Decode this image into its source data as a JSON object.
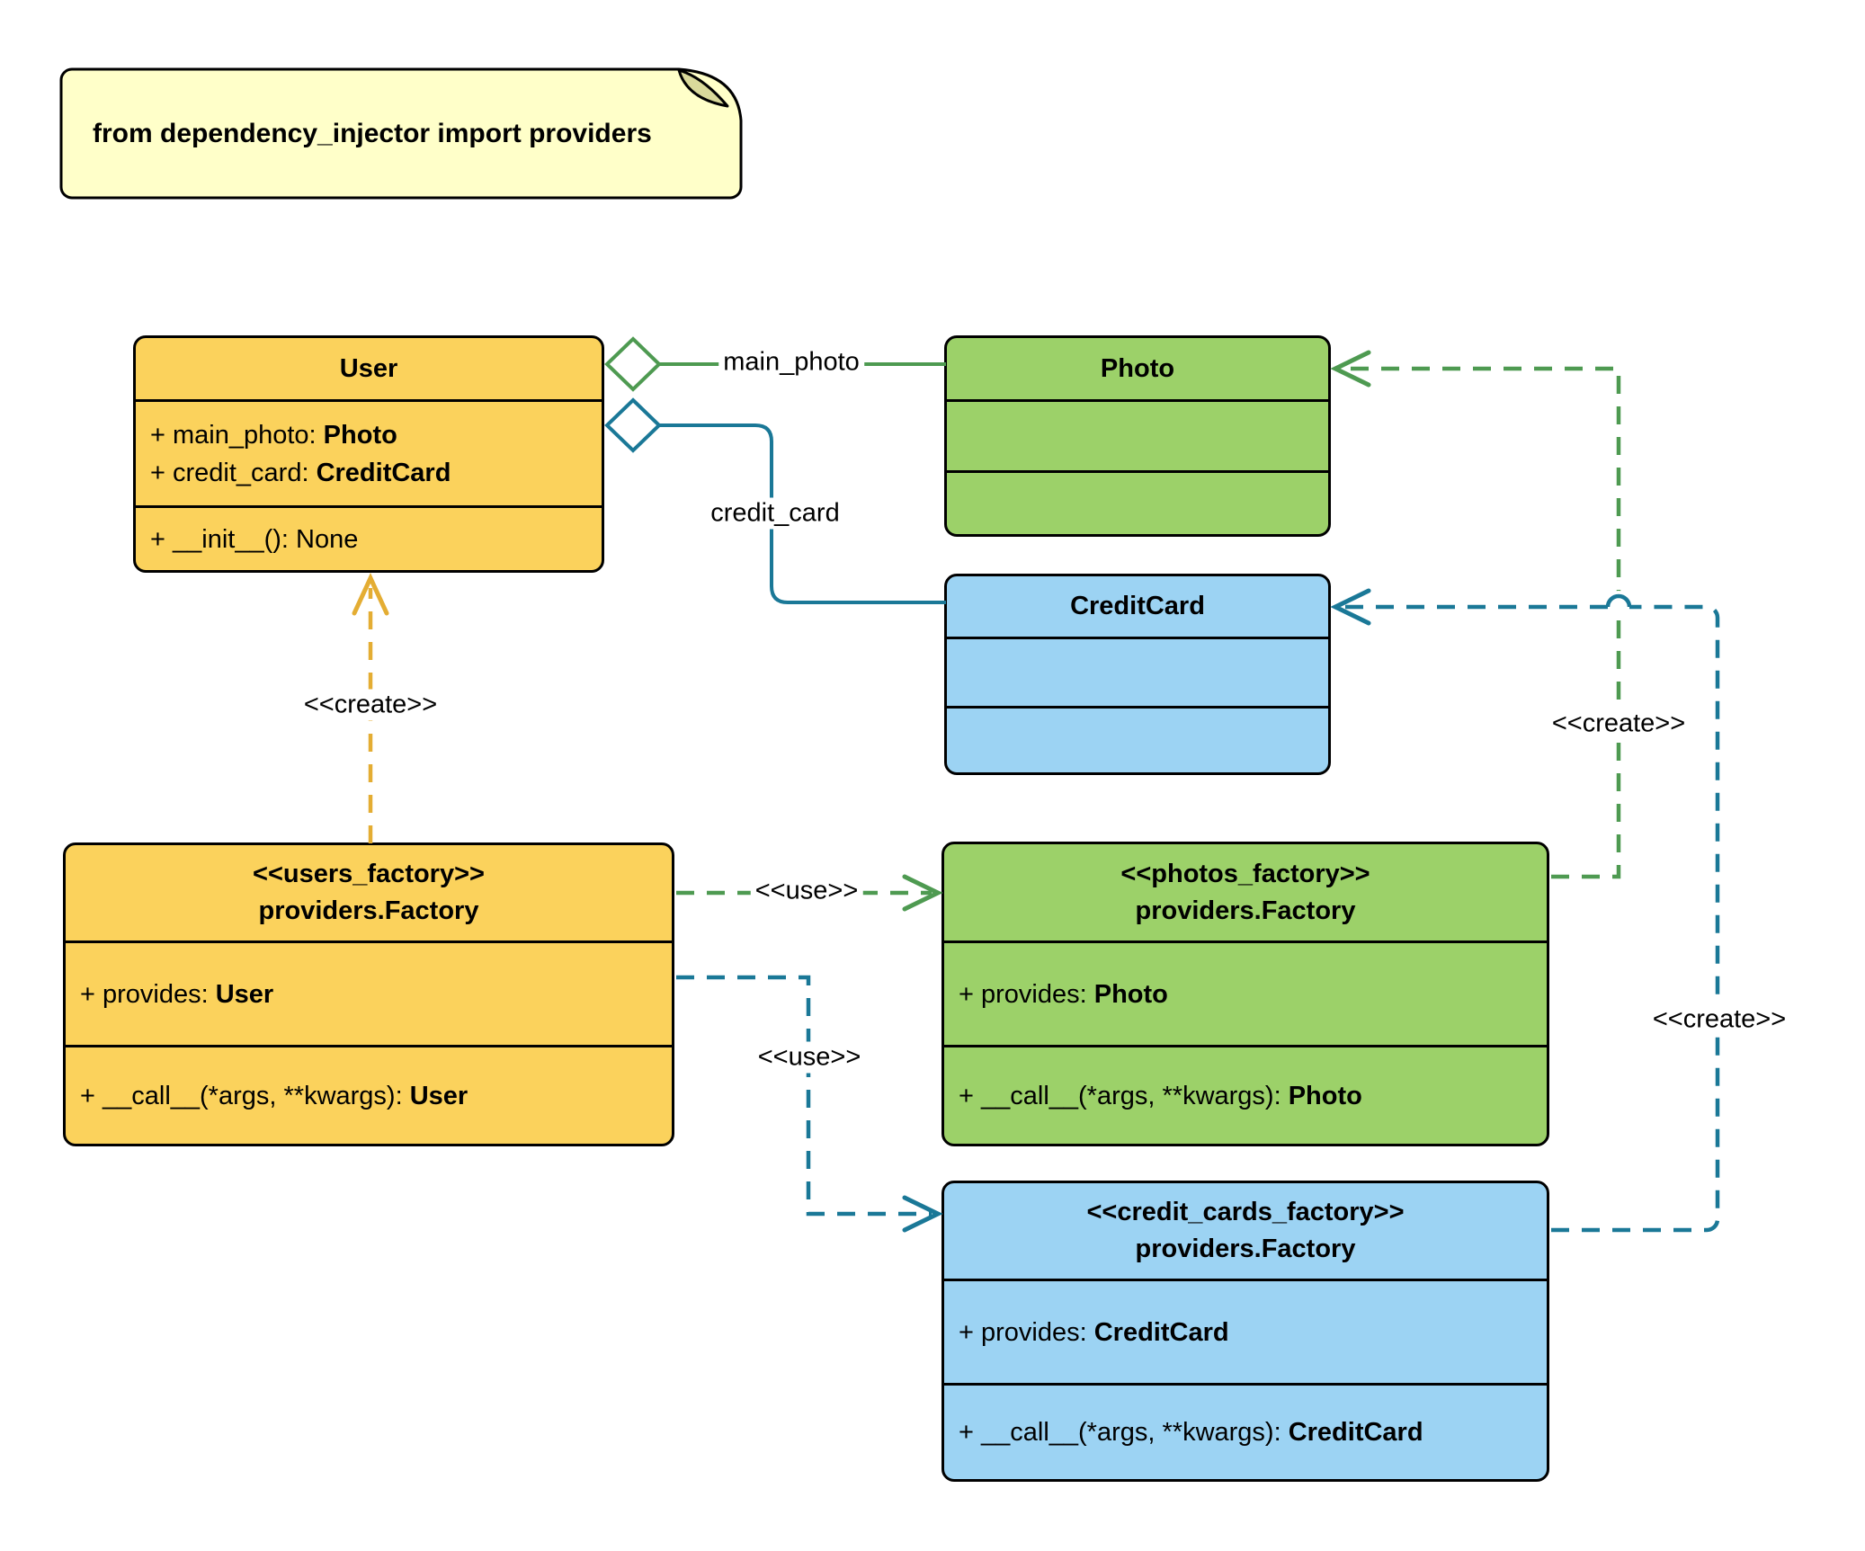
{
  "colors": {
    "canvas_bg": "#ffffff",
    "note_fill": "#ffffc9",
    "note_fold": "#d9d99b",
    "yellow_fill": "#fbd25c",
    "green_fill": "#9cd169",
    "blue_fill": "#9cd3f3",
    "green_line": "#4e9a51",
    "blue_line": "#1a7897",
    "yellow_line": "#e4ad33"
  },
  "note": {
    "text": "from dependency_injector import providers"
  },
  "classes": {
    "user": {
      "title": "User",
      "attributes": [
        {
          "text": "+ main_photo: ",
          "type": "Photo"
        },
        {
          "text": "+ credit_card: ",
          "type": "CreditCard"
        }
      ],
      "methods": [
        {
          "text": "+ __init__(): None",
          "type": ""
        }
      ]
    },
    "photo": {
      "title": "Photo"
    },
    "credit_card": {
      "title": "CreditCard"
    },
    "users_factory": {
      "stereotype": "<<users_factory>>",
      "title": "providers.Factory",
      "attributes": [
        {
          "text": "+ provides: ",
          "type": "User"
        }
      ],
      "methods": [
        {
          "text": "+ __call__(*args, **kwargs): ",
          "type": "User"
        }
      ]
    },
    "photos_factory": {
      "stereotype": "<<photos_factory>>",
      "title": "providers.Factory",
      "attributes": [
        {
          "text": "+ provides: ",
          "type": "Photo"
        }
      ],
      "methods": [
        {
          "text": "+ __call__(*args, **kwargs): ",
          "type": "Photo"
        }
      ]
    },
    "credit_cards_factory": {
      "stereotype": "<<credit_cards_factory>>",
      "title": "providers.Factory",
      "attributes": [
        {
          "text": "+ provides: ",
          "type": "CreditCard"
        }
      ],
      "methods": [
        {
          "text": "+ __call__(*args, **kwargs): ",
          "type": "CreditCard"
        }
      ]
    }
  },
  "labels": {
    "main_photo": "main_photo",
    "credit_card": "credit_card",
    "create_user": "<<create>>",
    "use_photos": "<<use>>",
    "use_credit_cards": "<<use>>",
    "create_photo": "<<create>>",
    "create_credit_card": "<<create>>"
  }
}
